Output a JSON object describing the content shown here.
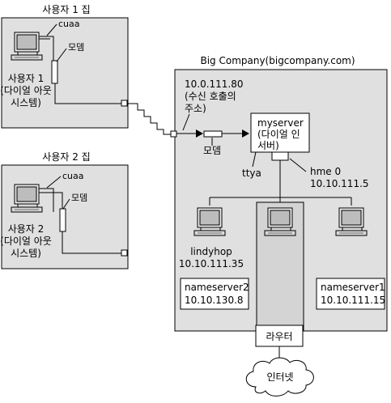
{
  "home1": {
    "title": "사용자 1 집",
    "cuaa": "cuaa",
    "modem": "모뎀",
    "user_line1": "사용자 1",
    "user_line2": "(다이얼 아웃",
    "user_line3": "시스템)"
  },
  "home2": {
    "title": "사용자 2 집",
    "cuaa": "cuaa",
    "modem": "모뎀",
    "user_line1": "사용자 2",
    "user_line2": "(다이얼 아웃",
    "user_line3": "시스템)"
  },
  "company": {
    "title": "Big Company(bigcompany.com)",
    "dialin_ip": "10.0.111.80",
    "dialin_line2": "(수신 호출의",
    "dialin_line3": "주소)",
    "modem": "모뎀",
    "ttya": "ttya",
    "server_line1": "myserver",
    "server_line2": "(다이얼 인",
    "server_line3": "서버)",
    "hme_label": "hme 0",
    "hme_ip": "10.10.111.5",
    "lindyhop_name": "lindyhop",
    "lindyhop_ip": "10.10.111.35",
    "ns2_name": "nameserver2",
    "ns2_ip": "10.10.130.8",
    "ns1_name": "nameserver1",
    "ns1_ip": "10.10.111.15",
    "router": "라우터"
  },
  "internet": "인터넷"
}
